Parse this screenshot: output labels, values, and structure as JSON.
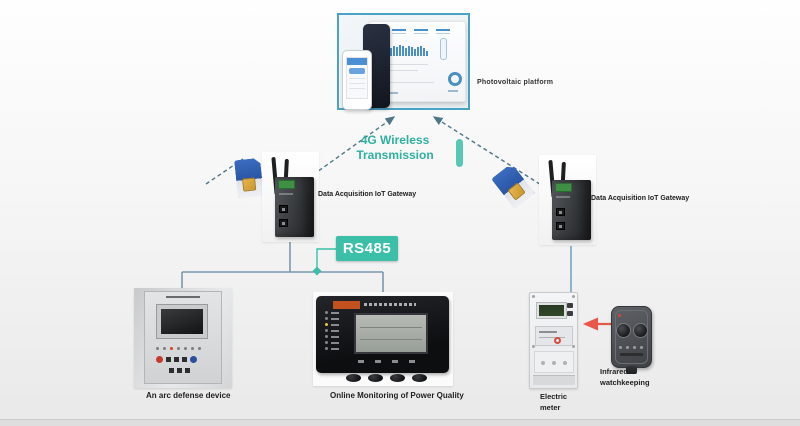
{
  "colors": {
    "accent_teal": "#3bbfa8",
    "text_teal": "#2fb0a0",
    "platform_border": "#4aa3c4",
    "connector_slate": "#7b98ab",
    "connector_blue": "#8fb3cb",
    "dashed_link": "#4e7887",
    "arrow_red": "#e8574a"
  },
  "platform": {
    "label": "Photovoltaic platform",
    "dashboard_bars": [
      3,
      4,
      5,
      6,
      8,
      10,
      9,
      11,
      10,
      8,
      10,
      9,
      7,
      9,
      10,
      8,
      5
    ]
  },
  "wireless": {
    "line1": "4G Wireless",
    "line2": "Transmission"
  },
  "gateway_left": {
    "label": "Data Acquisition IoT Gateway"
  },
  "gateway_right": {
    "label": "Data Acquisition IoT Gateway"
  },
  "bus_label": "RS485",
  "devices": {
    "arc_defense": {
      "label": "An arc defense device"
    },
    "power_quality": {
      "label": "Online Monitoring of Power Quality"
    },
    "electric_meter": {
      "line1": "Electric",
      "line2": "meter"
    },
    "infrared": {
      "line1": "Infrared",
      "line2": "watchkeeping"
    }
  }
}
